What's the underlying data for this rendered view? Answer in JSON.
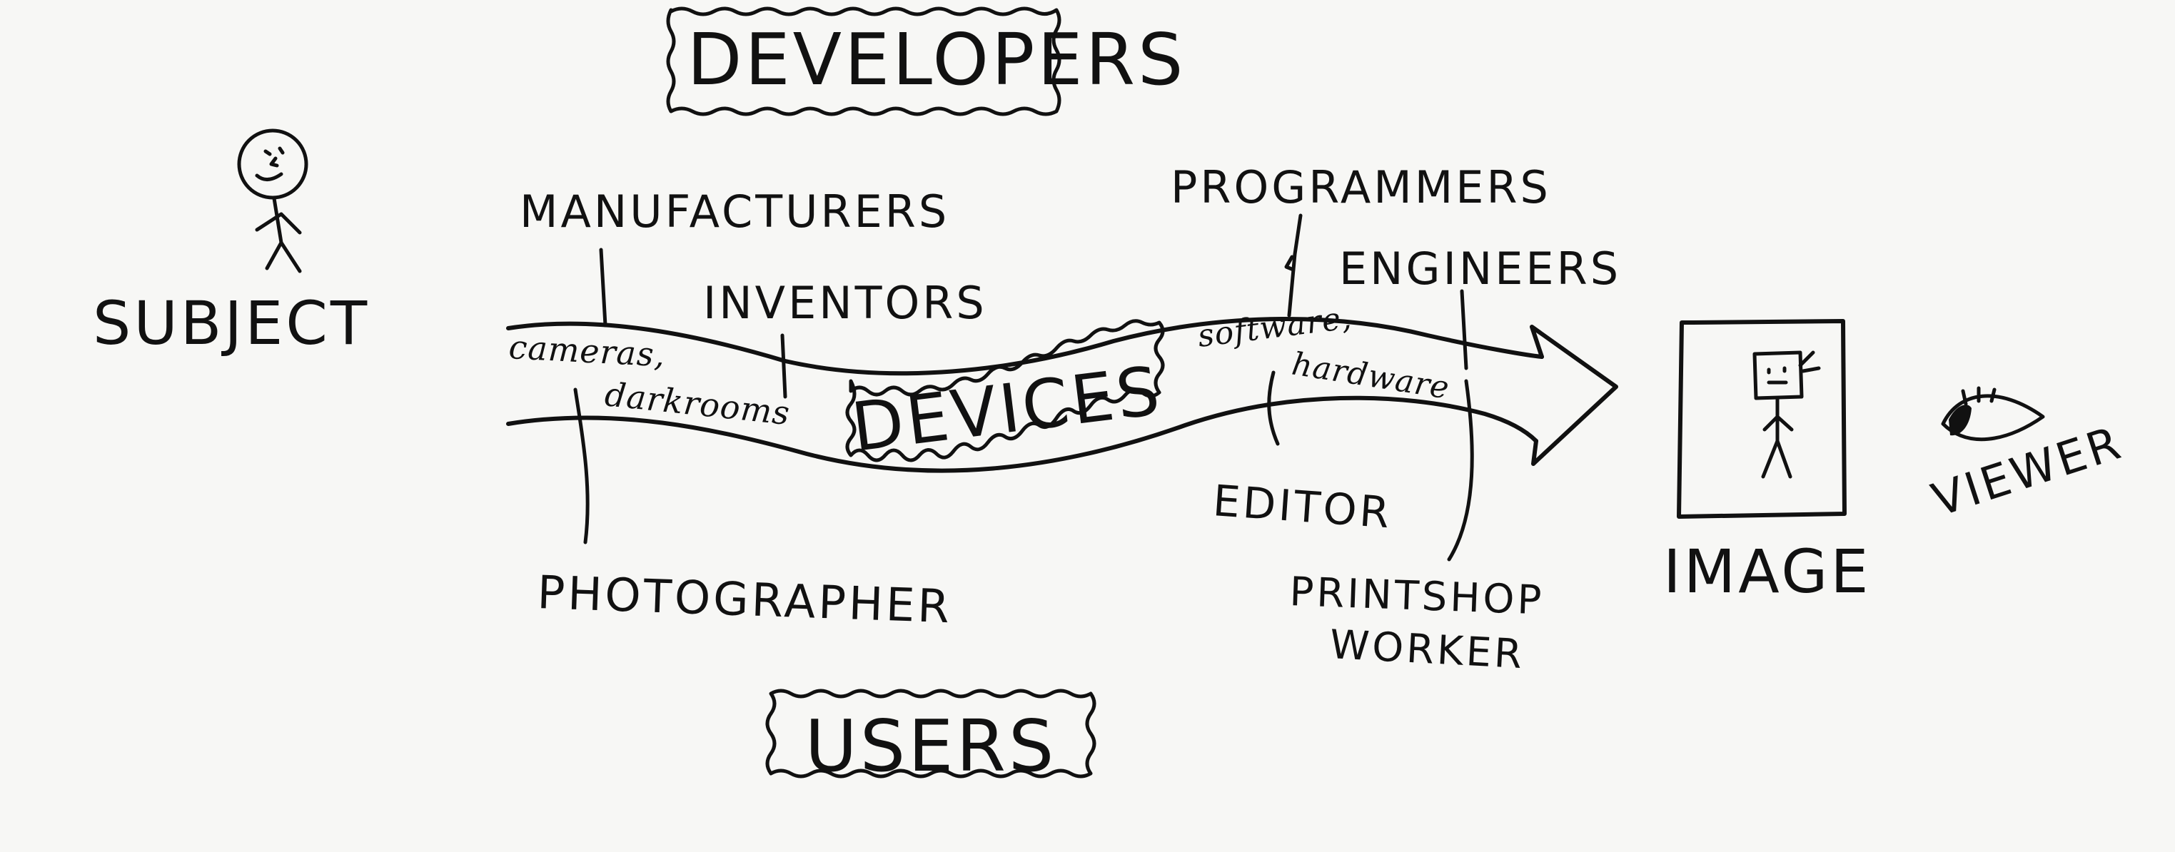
{
  "labels": {
    "developers": "DEVELOPERS",
    "users": "USERS",
    "subject": "SUBJECT",
    "manufacturers": "MANUFACTURERS",
    "inventors": "INVENTORS",
    "programmers": "PROGRAMMERS",
    "engineers": "ENGINEERS",
    "cameras_line1": "cameras,",
    "cameras_line2": "darkrooms",
    "devices": "DEVICES",
    "software_line1": "software,",
    "software_line2": "hardware",
    "editor": "EDITOR",
    "photographer": "PHOTOGRAPHER",
    "printshop_line1": "PRINTSHOP",
    "printshop_line2": "WORKER",
    "image": "IMAGE",
    "viewer": "VIEWER"
  },
  "icons": {
    "subject": "stick-figure-icon",
    "image": "framed-figure-icon",
    "viewer": "eye-icon"
  },
  "colors": {
    "ink": "#111111",
    "paper": "#f7f7f5"
  }
}
